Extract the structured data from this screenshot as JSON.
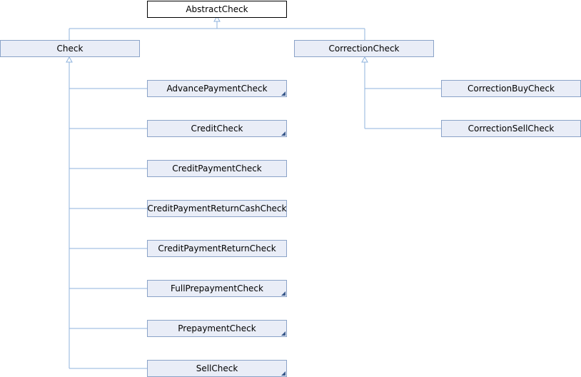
{
  "diagram": {
    "root": "AbstractCheck",
    "check": "Check",
    "correction_check": "CorrectionCheck",
    "check_children": [
      "AdvancePaymentCheck",
      "CreditCheck",
      "CreditPaymentCheck",
      "CreditPaymentReturnCashCheck",
      "CreditPaymentReturnCheck",
      "FullPrepaymentCheck",
      "PrepaymentCheck",
      "SellCheck"
    ],
    "correction_children": [
      "CorrectionBuyCheck",
      "CorrectionSellCheck"
    ],
    "edge_color": "#8fb3dd",
    "node_fill": "#e9edf7",
    "node_border": "#8ba3c8"
  }
}
